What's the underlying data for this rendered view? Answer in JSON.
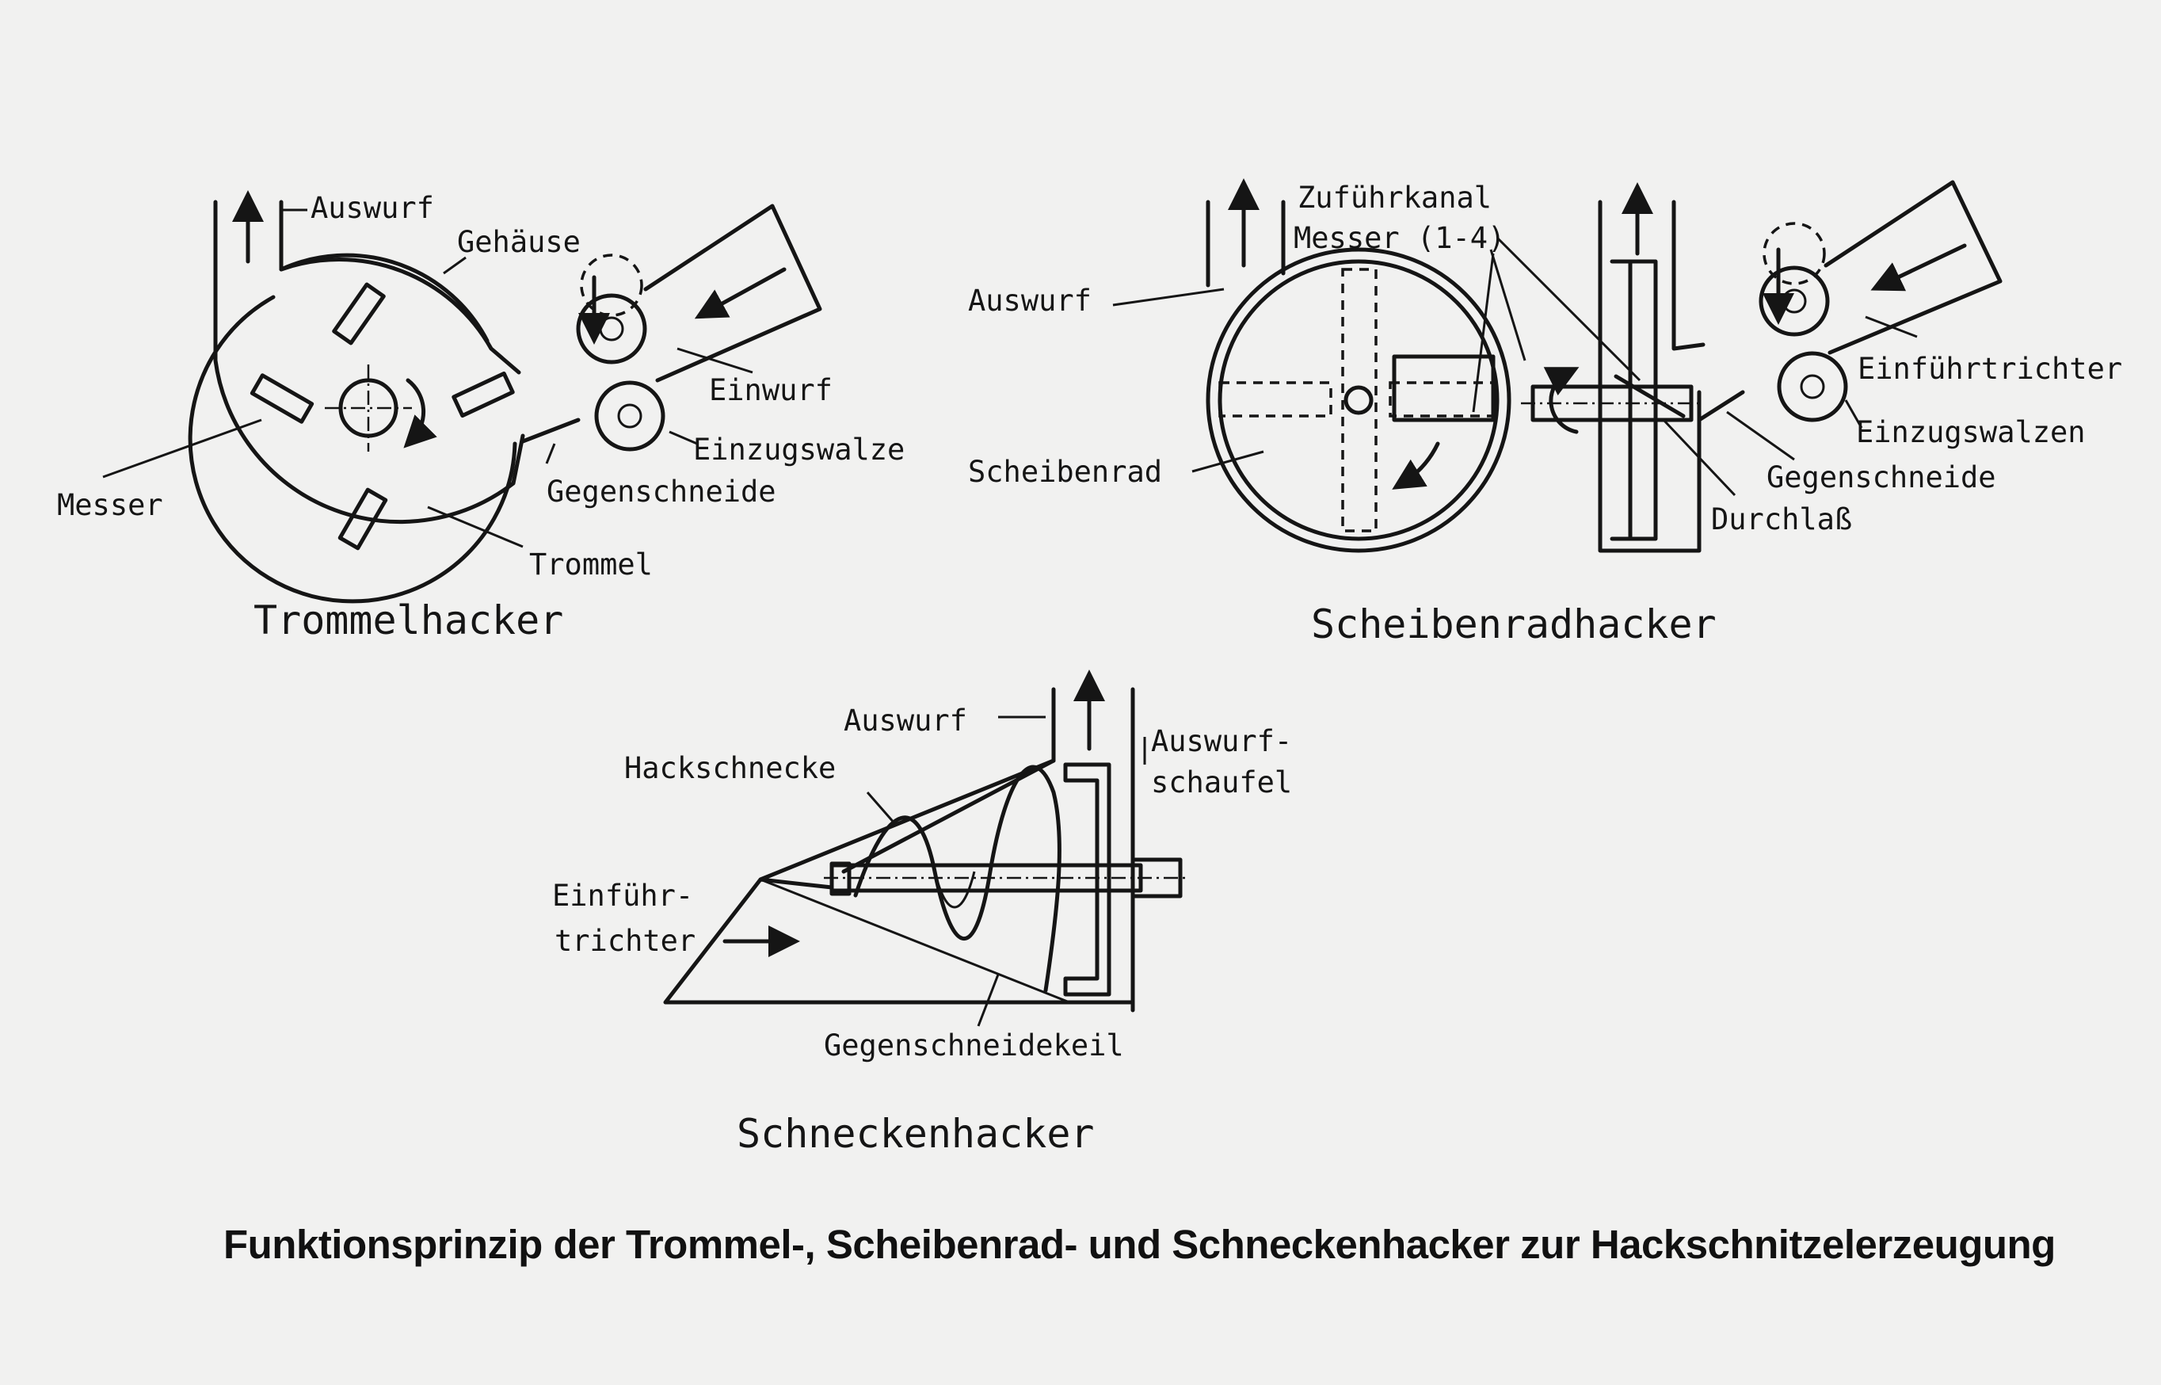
{
  "diagram": {
    "drum_chipper": {
      "title": "Trommelhacker",
      "labels": {
        "auswurf": "Auswurf",
        "gehaeuse": "Gehäuse",
        "einwurf": "Einwurf",
        "einzugswalze": "Einzugswalze",
        "gegenschneide": "Gegenschneide",
        "messer": "Messer",
        "trommel": "Trommel"
      }
    },
    "disc_chipper": {
      "title": "Scheibenradhacker",
      "labels": {
        "zufuehrkanal": "Zuführkanal",
        "messer": "Messer (1-4)",
        "auswurf": "Auswurf",
        "einfuehrtrichter": "Einführtrichter",
        "einzugswalzen": "Einzugswalzen",
        "scheibenrad": "Scheibenrad",
        "gegenschneide": "Gegenschneide",
        "durchlass": "Durchlaß"
      }
    },
    "screw_chipper": {
      "title": "Schneckenhacker",
      "labels": {
        "auswurf": "Auswurf",
        "auswurfschaufel_1": "Auswurf-",
        "auswurfschaufel_2": "schaufel",
        "hackschnecke": "Hackschnecke",
        "einfuehrtrichter_1": "Einführ-",
        "einfuehrtrichter_2": "trichter",
        "gegenschneidekeil": "Gegenschneidekeil"
      }
    }
  },
  "caption": "Funktionsprinzip der Trommel-, Scheibenrad- und Schneckenhacker zur Hackschnitzelerzeu­gung"
}
